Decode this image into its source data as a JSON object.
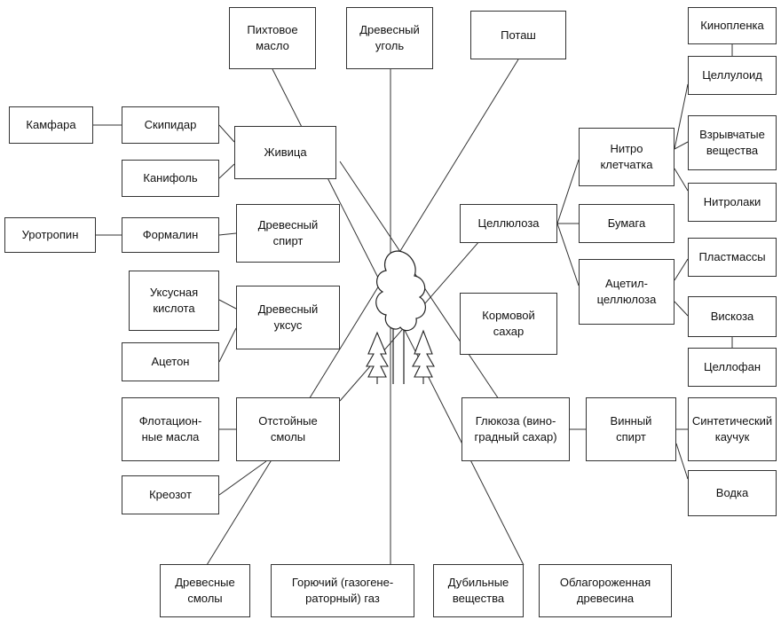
{
  "nodes": {
    "pikhtovoe_maslo": "Пихтовое\nмасло",
    "drevesny_ugol": "Древесный\nуголь",
    "potazh": "Поташ",
    "kinoplenka": "Кинопленка",
    "celluloid": "Целлулоид",
    "kamfara": "Камфара",
    "skipidar": "Скипидар",
    "zhivica": "Живица",
    "kanifol": "Канифоль",
    "nitro": "Нитро\nклетчатка",
    "vzryvchatye": "Взрывчатые\nвещества",
    "nitrolaki": "Нитролаки",
    "urotropin": "Уротропин",
    "formalin": "Формалин",
    "drev_spirt": "Древесный\nспирт",
    "celluloza": "Целлюлоза",
    "bumaga": "Бумага",
    "plastmassy": "Пластмассы",
    "acetil": "Ацетил-\nцеллюлоза",
    "uksusnaya": "Уксусная\nкислота",
    "drev_uksus": "Древесный\nуксус",
    "kormovoy": "Кормовой\nсахар",
    "viskoza": "Вискоза",
    "aceton": "Ацетон",
    "cellofan": "Целлофан",
    "flotacion": "Флотацион-\nные масла",
    "otstoinye": "Отстойные\nсмолы",
    "glukoza": "Глюкоза (вино-\nградный сахар)",
    "vinny": "Винный\nспирт",
    "sintetich": "Синтетический\nкаучук",
    "kreozot": "Креозот",
    "vodka": "Водка",
    "drev_smoly": "Древесные\nсмолы",
    "goryuchiy": "Горючий (газогене-\nраторный) газ",
    "dubilnye": "Дубильные\nвещества",
    "oblagor": "Облагороженная\nдревесина"
  }
}
